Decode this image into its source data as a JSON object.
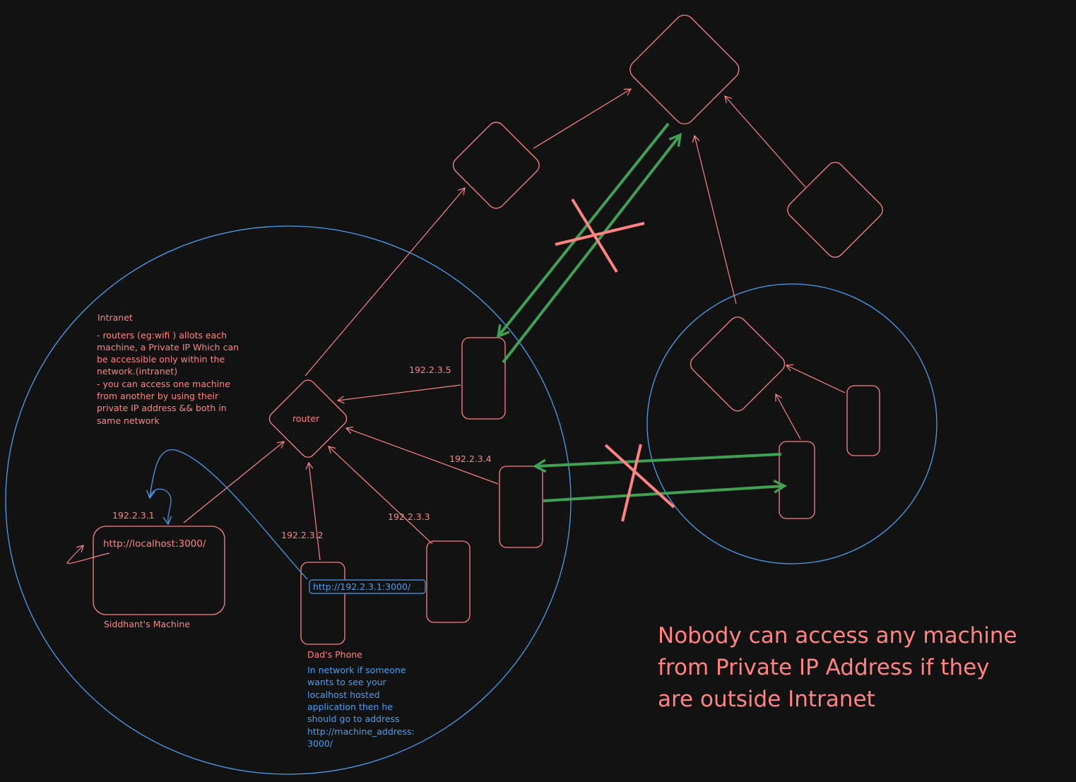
{
  "colors": {
    "background": "#121212",
    "stroke_red": "#ff8383",
    "stroke_blue": "#4a9eed",
    "stroke_green": "#40a055"
  },
  "labels": {
    "router": "router",
    "ip_1": "192.2.3.1",
    "ip_2": "192.2.3.2",
    "ip_3": "192.2.3.3",
    "ip_4": "192.2.3.4",
    "ip_5": "192.2.3.5",
    "localhost_url": "http://localhost:3000/",
    "lan_url": "http://192.2.3.1:3000/",
    "siddhant_machine": "Siddhant's Machine",
    "dads_phone": "Dad's Phone"
  },
  "intranet_note": {
    "title": "Intranet",
    "lines": [
      "- routers (eg:wifi ) allots each",
      "machine, a Private IP Which can",
      "be accessible only within the",
      "network.(intranet)",
      "- you can access one machine",
      "from another by using their",
      "private IP address && both in",
      "same network"
    ]
  },
  "phone_note": {
    "lines": [
      "In network if someone",
      "wants to see your",
      "localhost hosted",
      "application then he",
      "should go to address",
      "http://machine_address:",
      "3000/"
    ]
  },
  "headline": {
    "lines": [
      "Nobody can access any machine",
      "from Private IP Address if they",
      "are outside Intranet"
    ]
  }
}
